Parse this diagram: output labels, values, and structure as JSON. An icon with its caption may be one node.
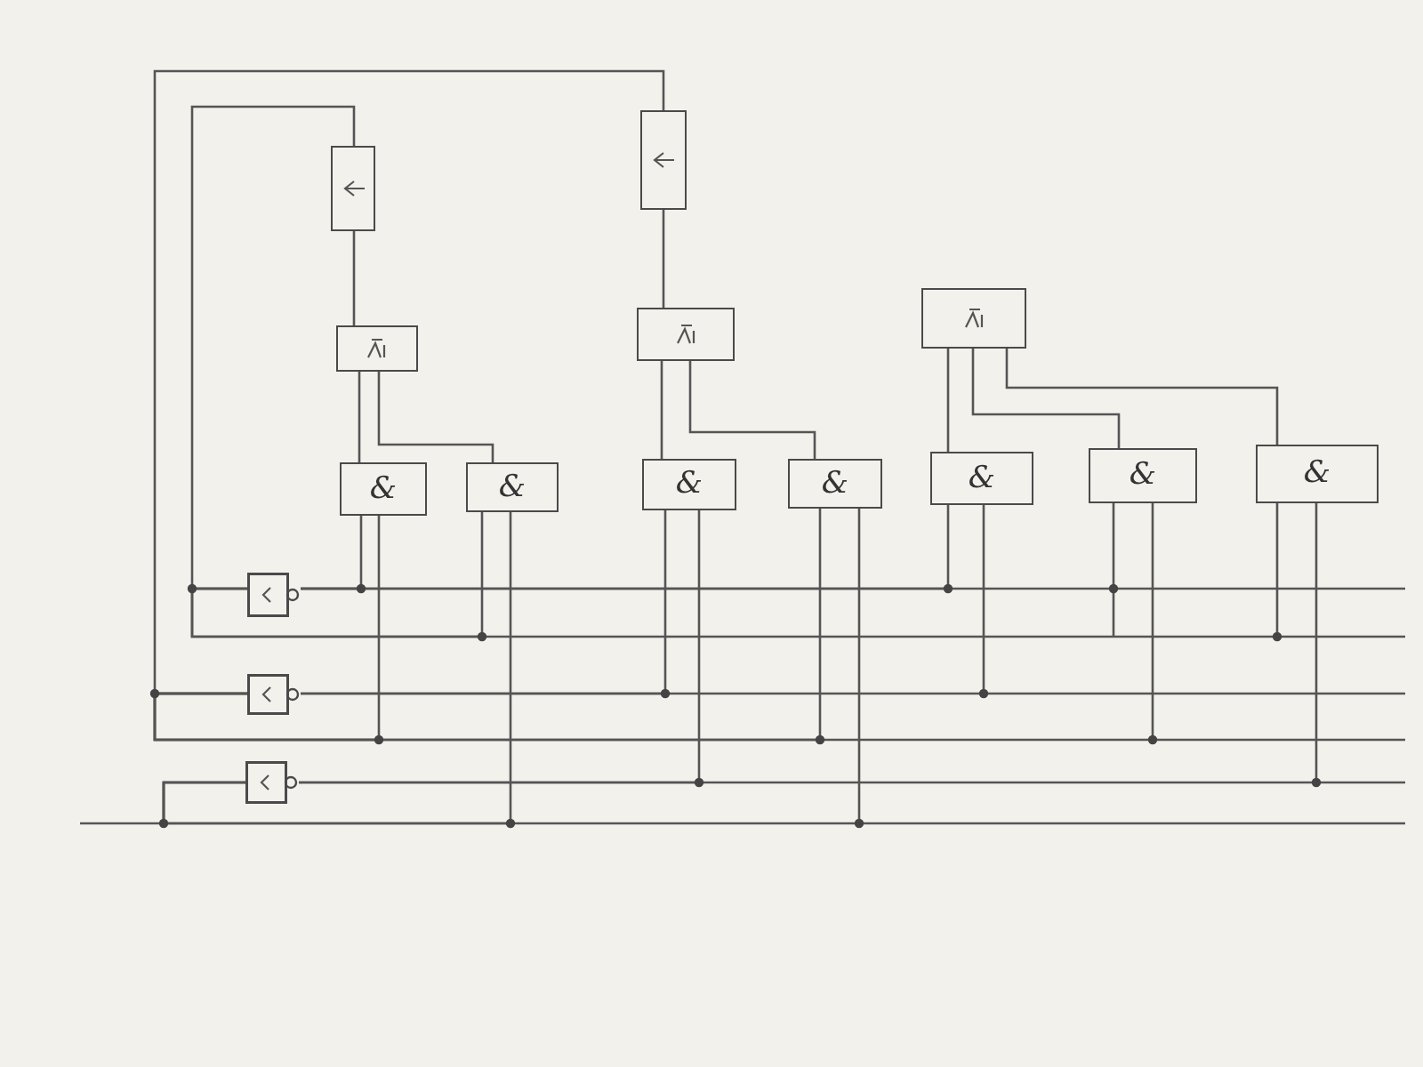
{
  "diagram": {
    "nodes": [
      {
        "text": [],
        "shape": "box"
      },
      {
        "text": [],
        "shape": "box"
      },
      {
        "text": [],
        "shape": "box"
      },
      {
        "text": [],
        "shape": "box"
      },
      {
        "text": [],
        "shape": "box"
      },
      {
        "text": [
          "&"
        ]
      },
      {
        "text": [
          "&"
        ]
      },
      {
        "text": [
          "&"
        ]
      },
      {
        "text": [
          "&"
        ]
      },
      {
        "text": [
          "&"
        ]
      },
      {
        "text": [
          "&"
        ]
      },
      {
        "text": [
          "&"
        ]
      },
      {
        "text": [],
        "shape": "box"
      },
      {
        "text": [],
        "shape": "box"
      },
      {
        "text": [],
        "shape": "box"
      }
    ],
    "edges": [
      {
        "from": 0,
        "to": 2,
        "arrow": "none"
      },
      {
        "from": 1,
        "to": 3,
        "arrow": "none"
      },
      {
        "from": 2,
        "to": 5,
        "arrow": "none"
      },
      {
        "from": 2,
        "to": 6,
        "arrow": "none"
      },
      {
        "from": 3,
        "to": 7,
        "arrow": "none"
      },
      {
        "from": 3,
        "to": 8,
        "arrow": "none"
      },
      {
        "from": 4,
        "to": 9,
        "arrow": "none"
      },
      {
        "from": 4,
        "to": 10,
        "arrow": "none"
      },
      {
        "from": 4,
        "to": 11,
        "arrow": "none"
      },
      {
        "from": 12,
        "to": 5,
        "arrow": "none"
      },
      {
        "from": 12,
        "to": 9,
        "arrow": "none"
      },
      {
        "from": 12,
        "to": 10,
        "arrow": "none"
      },
      {
        "from": 13,
        "to": 7,
        "arrow": "none"
      },
      {
        "from": 13,
        "to": 9,
        "arrow": "none"
      },
      {
        "from": 14,
        "to": 7,
        "arrow": "none"
      },
      {
        "from": 14,
        "to": 11,
        "arrow": "none"
      },
      {
        "from": 0,
        "to": 12,
        "arrow": "none"
      },
      {
        "from": 12,
        "to": 6,
        "arrow": "none"
      },
      {
        "from": 12,
        "to": 11,
        "arrow": "none"
      },
      {
        "from": 13,
        "to": 1,
        "arrow": "none"
      },
      {
        "from": 13,
        "to": 5,
        "arrow": "none"
      },
      {
        "from": 13,
        "to": 8,
        "arrow": "none"
      },
      {
        "from": 13,
        "to": 10,
        "arrow": "none"
      },
      {
        "from": 14,
        "to": 6,
        "arrow": "none"
      },
      {
        "from": 14,
        "to": 8,
        "arrow": "none"
      },
      {
        "from": null,
        "to": 14,
        "arrow": "none"
      }
    ]
  }
}
